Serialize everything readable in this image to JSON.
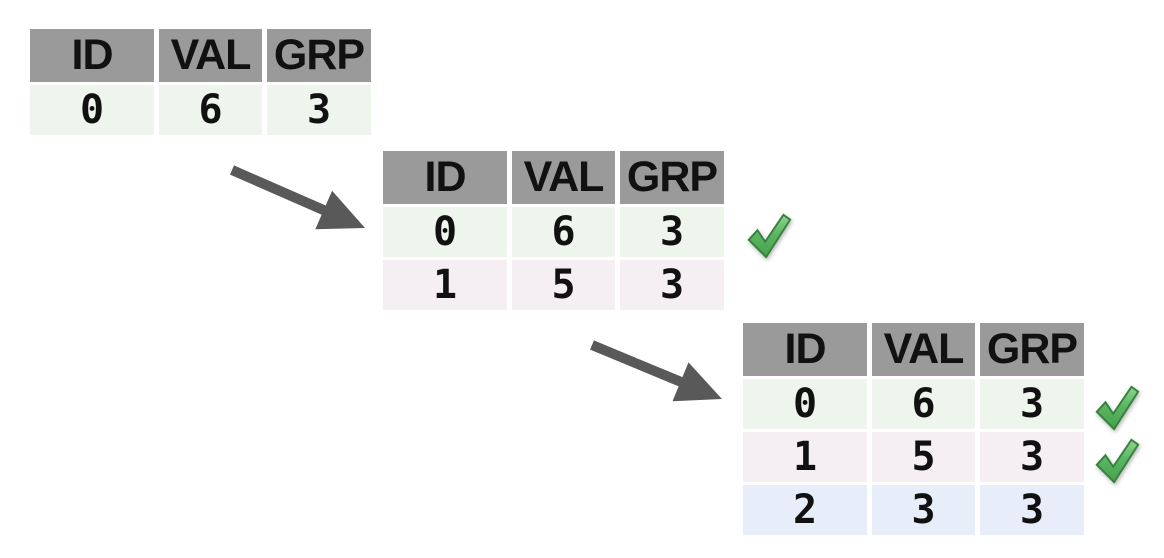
{
  "columns": [
    "ID",
    "VAL",
    "GRP"
  ],
  "tables": [
    {
      "label": "step-1-table",
      "rows": [
        {
          "id": "0",
          "val": "6",
          "grp": "3",
          "checked": false
        }
      ]
    },
    {
      "label": "step-2-table",
      "rows": [
        {
          "id": "0",
          "val": "6",
          "grp": "3",
          "checked": true
        },
        {
          "id": "1",
          "val": "5",
          "grp": "3",
          "checked": false
        }
      ]
    },
    {
      "label": "step-3-table",
      "rows": [
        {
          "id": "0",
          "val": "6",
          "grp": "3",
          "checked": true
        },
        {
          "id": "1",
          "val": "5",
          "grp": "3",
          "checked": true
        },
        {
          "id": "2",
          "val": "3",
          "grp": "3",
          "checked": false
        }
      ]
    }
  ],
  "icons": {
    "check": "green-checkmark-icon",
    "arrow": "diagonal-arrow-icon"
  },
  "colors": {
    "background": "#ffffff",
    "header_bg": "#9a9a9a",
    "row_green": "#edf5ed",
    "row_pink": "#f5eef2",
    "row_blue": "#e7eefa",
    "arrow": "#595959",
    "check_green": "#4ea855",
    "check_light": "#8fd48f",
    "check_dark": "#35823c",
    "text": "#111111"
  }
}
